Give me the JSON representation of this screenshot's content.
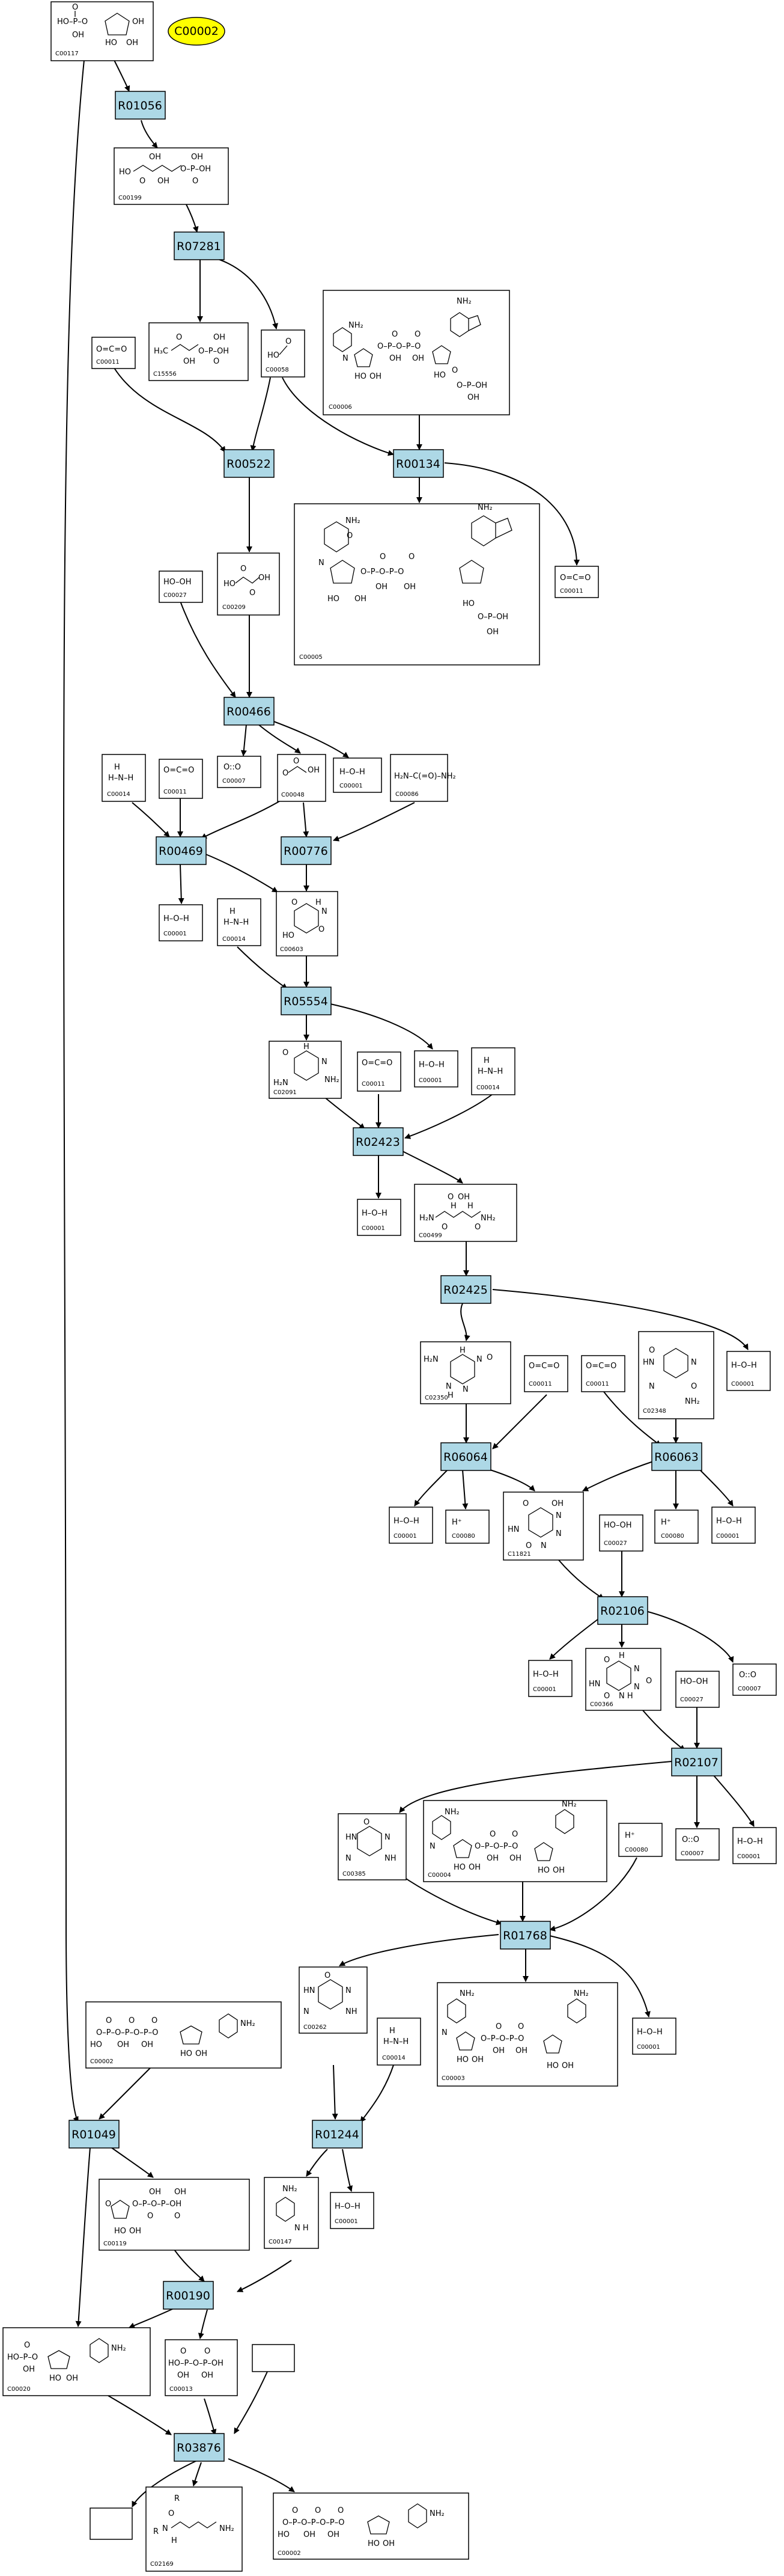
{
  "legend": {
    "compound": "C00002",
    "color": "#ffff00"
  },
  "colors": {
    "reaction_fill": "#add8e6",
    "compound_fill": "#ffffff",
    "edge": "#000000"
  },
  "reactions": [
    "R01056",
    "R07281",
    "R00522",
    "R00134",
    "R00466",
    "R00469",
    "R00776",
    "R05554",
    "R02423",
    "R02425",
    "R06064",
    "R06063",
    "R02106",
    "R02107",
    "R01768",
    "R01049",
    "R01244",
    "R00190",
    "R03876"
  ],
  "compounds": [
    "C00117",
    "C00199",
    "C15556",
    "C00011",
    "C00058",
    "C00006",
    "C00209",
    "C00005",
    "C00027",
    "C00014",
    "C00007",
    "C00048",
    "C00001",
    "C00086",
    "C00603",
    "C02091",
    "C00499",
    "C02350",
    "C02348",
    "C00080",
    "C11821",
    "C00366",
    "C00385",
    "C00004",
    "C00262",
    "C00003",
    "C00020",
    "C00119",
    "C00147",
    "C00013",
    "C02169"
  ],
  "structures": {
    "water": "H–O–H",
    "hooh": "HO–OH",
    "hplus": "H⁺",
    "o2": "O::O",
    "co2": "O=C=O",
    "nh3": "H–N–H",
    "formate": "HO–CH=O",
    "oxalate": "HO–C(=O)–C(=O)–OH",
    "urea": "H₂N–C(=O)–NH₂",
    "adenine_nh2": "NH₂",
    "nicotinamide_nh2": "NH₂",
    "oh": "OH",
    "ho": "HO",
    "hooh_label": "HO–OH"
  }
}
